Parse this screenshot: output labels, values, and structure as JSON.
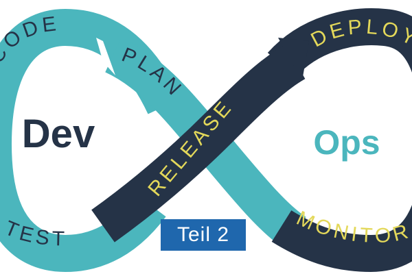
{
  "diagram": {
    "left_word": "Dev",
    "right_word": "Ops",
    "segments": {
      "code": "CODE",
      "plan": "PLAN",
      "release": "RELEASE",
      "deploy": "DEPLOY",
      "monitor": "MONITOR",
      "test": "TEST"
    },
    "badge": "Teil 2"
  },
  "colors": {
    "teal": "#4bb6bd",
    "navy": "#253347",
    "dark_text": "#253347",
    "teal_text": "#4bb6bd",
    "yellow_text": "#e3d85a",
    "badge_bg": "#1f67ad",
    "badge_text": "#ffffff"
  }
}
